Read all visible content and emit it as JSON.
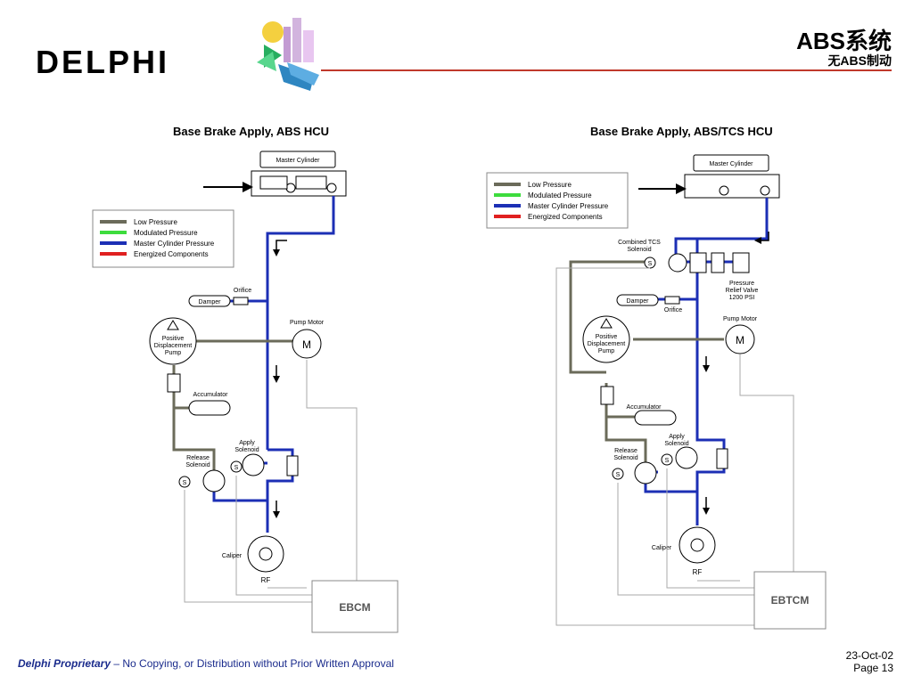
{
  "header": {
    "logo_text": "DELPHI",
    "title": "ABS系统",
    "subtitle": "无ABS制动"
  },
  "left_diagram": {
    "title": "Base Brake Apply, ABS HCU",
    "master_cylinder": "Master Cylinder",
    "orifice": "Orifice",
    "damper": "Damper",
    "pump_motor": "Pump Motor",
    "motor_symbol": "M",
    "pump_line1": "Positive",
    "pump_line2": "Displacement",
    "pump_line3": "Pump",
    "accumulator": "Accumulator",
    "apply_solenoid_1": "Apply",
    "apply_solenoid_2": "Solenoid",
    "release_solenoid_1": "Release",
    "release_solenoid_2": "Solenoid",
    "solenoid_symbol": "S",
    "caliper": "Caliper",
    "wheel": "RF",
    "controller": "EBCM"
  },
  "right_diagram": {
    "title": "Base Brake Apply, ABS/TCS HCU",
    "master_cylinder": "Master Cylinder",
    "combined_tcs_1": "Combined TCS",
    "combined_tcs_2": "Solenoid",
    "relief_1": "Pressure",
    "relief_2": "Relief Valve",
    "relief_3": "1200 PSI",
    "orifice": "Orifice",
    "damper": "Damper",
    "pump_motor": "Pump Motor",
    "motor_symbol": "M",
    "pump_line1": "Positive",
    "pump_line2": "Displacement",
    "pump_line3": "Pump",
    "accumulator": "Accumulator",
    "apply_solenoid_1": "Apply",
    "apply_solenoid_2": "Solenoid",
    "release_solenoid_1": "Release",
    "release_solenoid_2": "Solenoid",
    "solenoid_symbol": "S",
    "caliper": "Caliper",
    "wheel": "RF",
    "controller": "EBTCM"
  },
  "legend": {
    "items": [
      {
        "label": "Low Pressure",
        "color": "#6b6b5a"
      },
      {
        "label": "Modulated Pressure",
        "color": "#3ddc3d"
      },
      {
        "label": "Master Cylinder Pressure",
        "color": "#1c2fb5"
      },
      {
        "label": "Energized Components",
        "color": "#e02020"
      }
    ]
  },
  "colors": {
    "master_pressure": "#1c2fb5",
    "low_pressure": "#6b6b5a",
    "header_line": "#c0392b",
    "footer_text": "#1a2b8c"
  },
  "footer": {
    "proprietary": "Delphi Proprietary",
    "notice": " – No Copying, or Distribution without Prior Written Approval",
    "date": "23-Oct-02",
    "page": "Page 13"
  }
}
